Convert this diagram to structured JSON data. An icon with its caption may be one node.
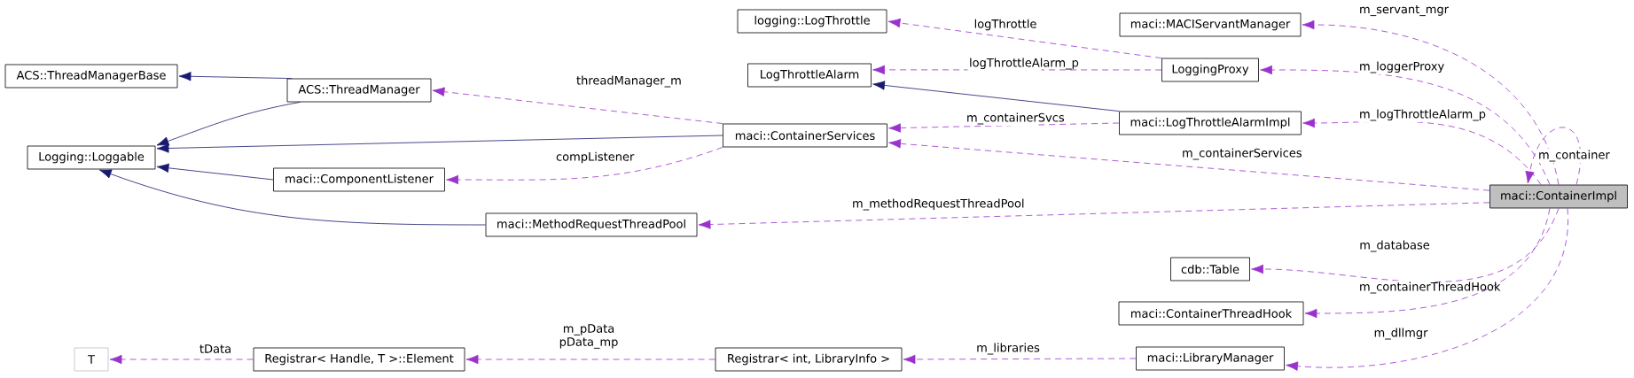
{
  "diagram": {
    "nodes": [
      {
        "text": [
          "logging::LogThrottle"
        ]
      },
      {
        "text": [
          "maci::MACIServantManager"
        ]
      },
      {
        "text": [
          "ACS::ThreadManagerBase"
        ]
      },
      {
        "text": [
          "LogThrottleAlarm"
        ]
      },
      {
        "text": [
          "LoggingProxy"
        ]
      },
      {
        "text": [
          "ACS::ThreadManager"
        ]
      },
      {
        "text": [
          "Logging::Loggable"
        ]
      },
      {
        "text": [
          "maci::ContainerServices"
        ]
      },
      {
        "text": [
          "maci::LogThrottleAlarmImpl"
        ]
      },
      {
        "text": [
          "maci::ComponentListener"
        ]
      },
      {
        "text": [
          "maci::ContainerImpl"
        ]
      },
      {
        "text": [
          "maci::MethodRequestThreadPool"
        ]
      },
      {
        "text": [
          "cdb::Table"
        ]
      },
      {
        "text": [
          "maci::ContainerThreadHook"
        ]
      },
      {
        "text": [
          "T"
        ]
      },
      {
        "text": [
          "Registrar< Handle, T >::Element"
        ]
      },
      {
        "text": [
          "Registrar< int, LibraryInfo >"
        ]
      },
      {
        "text": [
          "maci::LibraryManager"
        ]
      }
    ],
    "edges": [
      {
        "from": 5,
        "to": 2,
        "arrow": "to",
        "color": "#191970"
      },
      {
        "from": 5,
        "to": 6,
        "arrow": "to",
        "color": "#191970"
      },
      {
        "from": 7,
        "to": 6,
        "arrow": "to",
        "color": "#191970"
      },
      {
        "from": 9,
        "to": 6,
        "arrow": "to",
        "color": "#191970"
      },
      {
        "from": 11,
        "to": 6,
        "arrow": "to",
        "color": "#191970"
      },
      {
        "from": 8,
        "to": 3,
        "arrow": "to",
        "color": "#191970"
      },
      {
        "from": 7,
        "to": 5,
        "arrow": "to",
        "style": "dashed",
        "label": "threadManager_m"
      },
      {
        "from": 7,
        "to": 9,
        "arrow": "to",
        "style": "dashed",
        "label": "compListener"
      },
      {
        "from": 4,
        "to": 0,
        "arrow": "to",
        "style": "dashed",
        "label": "logThrottle"
      },
      {
        "from": 4,
        "to": 3,
        "arrow": "to",
        "style": "dashed",
        "label": "logThrottleAlarm_p"
      },
      {
        "from": 8,
        "to": 7,
        "arrow": "to",
        "style": "dashed",
        "label": "m_containerSvcs"
      },
      {
        "from": 10,
        "to": 1,
        "arrow": "to",
        "style": "dashed",
        "label": "m_servant_mgr"
      },
      {
        "from": 10,
        "to": 4,
        "arrow": "to",
        "style": "dashed",
        "label": "m_loggerProxy"
      },
      {
        "from": 10,
        "to": 8,
        "arrow": "to",
        "style": "dashed",
        "label": "m_logThrottleAlarm_p"
      },
      {
        "from": 10,
        "to": 7,
        "arrow": "to",
        "style": "dashed",
        "label": "m_containerServices"
      },
      {
        "from": 10,
        "to": 10,
        "arrow": "to",
        "style": "dashed",
        "label": "m_container"
      },
      {
        "from": 10,
        "to": 11,
        "arrow": "to",
        "style": "dashed",
        "label": "m_methodRequestThreadPool"
      },
      {
        "from": 10,
        "to": 12,
        "arrow": "to",
        "style": "dashed",
        "label": "m_database"
      },
      {
        "from": 10,
        "to": 13,
        "arrow": "to",
        "style": "dashed",
        "label": "m_containerThreadHook"
      },
      {
        "from": 10,
        "to": 17,
        "arrow": "to",
        "style": "dashed",
        "label": "m_dllmgr"
      },
      {
        "from": 17,
        "to": 16,
        "arrow": "to",
        "style": "dashed",
        "label": "m_libraries"
      },
      {
        "from": 16,
        "to": 15,
        "arrow": "to",
        "style": "dashed",
        "label": "m_pData pData_mp"
      },
      {
        "from": 15,
        "to": 14,
        "arrow": "to",
        "style": "dashed",
        "label": "tData"
      }
    ]
  }
}
